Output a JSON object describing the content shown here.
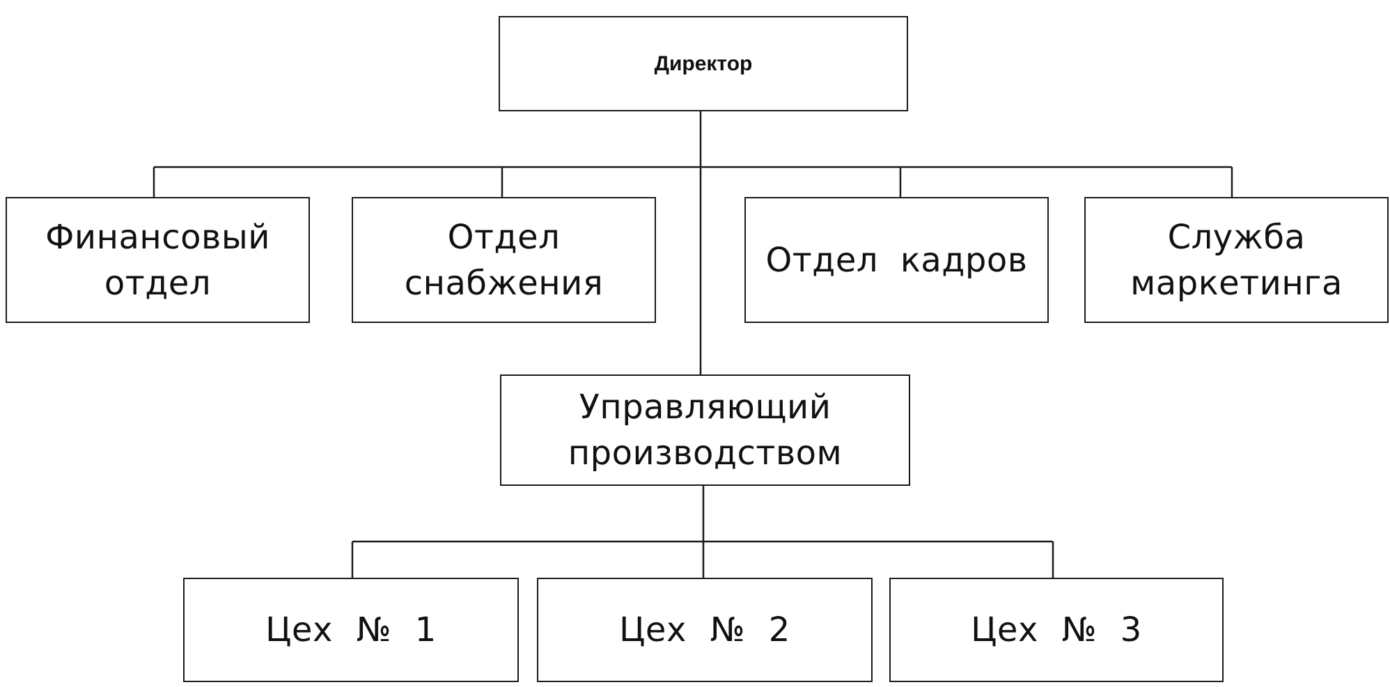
{
  "diagram": {
    "nodes": {
      "director": "Директор",
      "finance": "Финансовый\nотдел",
      "supply": "Отдел\nснабжения",
      "hr": "Отдел кадров",
      "marketing": "Служба\nмаркетинга",
      "production": "Управляющий\nпроизводством",
      "shop_1": "Цех № 1",
      "shop_2": "Цех № 2",
      "shop_3": "Цех № 3"
    },
    "edges": [
      {
        "from": "director",
        "to": "finance"
      },
      {
        "from": "director",
        "to": "supply"
      },
      {
        "from": "director",
        "to": "hr"
      },
      {
        "from": "director",
        "to": "marketing"
      },
      {
        "from": "director",
        "to": "production"
      },
      {
        "from": "production",
        "to": "shop_1"
      },
      {
        "from": "production",
        "to": "shop_2"
      },
      {
        "from": "production",
        "to": "shop_3"
      }
    ]
  }
}
